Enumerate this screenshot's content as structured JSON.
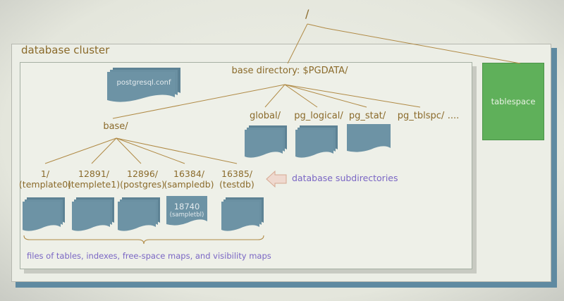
{
  "diagram": {
    "root_label": "/",
    "cluster_label": "database cluster",
    "base_directory_label": "base directory: $PGDATA/",
    "config_file_label": "postgresql.conf",
    "tablespace_label": "tablespace",
    "base_label": "base/",
    "top_dirs": [
      {
        "name": "global/"
      },
      {
        "name": "pg_logical/"
      },
      {
        "name": "pg_stat/"
      },
      {
        "name": "pg_tblspc/"
      },
      {
        "name": "...."
      }
    ],
    "databases": [
      {
        "oid": "1/",
        "name": "(template0)"
      },
      {
        "oid": "12891/",
        "name": "(templete1)"
      },
      {
        "oid": "12896/",
        "name": "(postgres)"
      },
      {
        "oid": "16384/",
        "name": "(sampledb)"
      },
      {
        "oid": "16385/",
        "name": "(testdb)"
      }
    ],
    "sample_file_oid": "18740",
    "sample_file_name": "(sampletbl)",
    "database_subdirectories_label": "database subdirectories",
    "files_label": "files of tables, indexes, free-space maps, and visibility maps"
  },
  "colors": {
    "line": "#b08a45",
    "file_fill": "#6d93a5",
    "file_back": "#5d8294",
    "tablespace": "#5fb05a",
    "text_brown": "#8a6a2a",
    "text_violet": "#7a66c4",
    "arrow_fill": "#efd9cf",
    "arrow_stroke": "#d6a890"
  }
}
